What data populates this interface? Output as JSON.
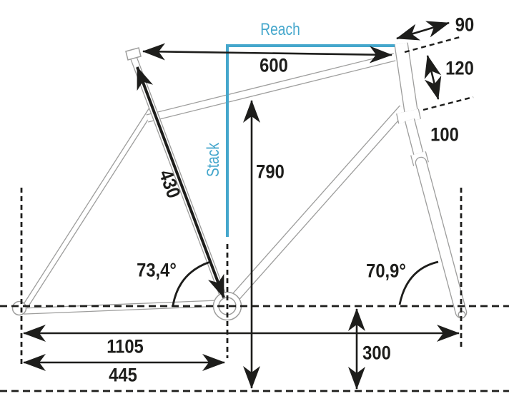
{
  "diagram_type": "bicycle-frame-geometry",
  "colors": {
    "accent_cyan": "#45a7cc",
    "dimension_black": "#1d1d1b",
    "frame_outline_gray": "#9d9d9c",
    "background": "#ffffff"
  },
  "labels": {
    "reach": "Reach",
    "stack": "Stack",
    "top_tube_length": "600",
    "seat_tube_length": "430",
    "standover_height": "790",
    "stem_length": "90",
    "head_tube_length": "120",
    "fork_travel": "100",
    "seat_tube_angle": "73,4°",
    "head_tube_angle": "70,9°",
    "wheelbase": "1105",
    "chainstay_length": "445",
    "bb_height": "300"
  }
}
